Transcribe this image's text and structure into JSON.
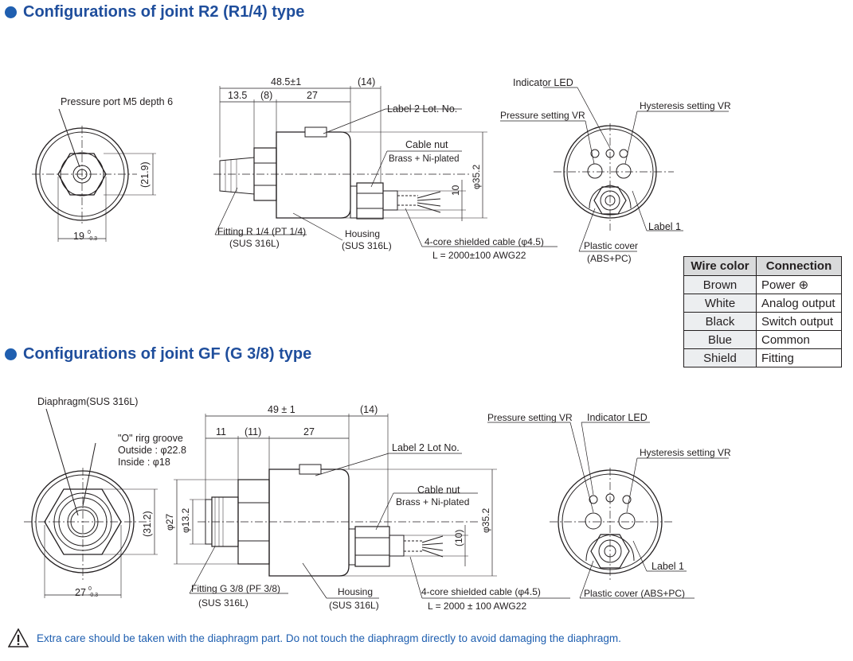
{
  "section1": {
    "title": "Configurations of joint R2 (R1/4) type",
    "labels": {
      "pressure_port": "Pressure port M5 depth 6",
      "dim_21_9": "(21.9)",
      "dim_19": "19",
      "dim_19_tol_top": "0",
      "dim_19_tol_bot": "-0.3",
      "dim_48_5": "48.5±1",
      "dim_14": "(14)",
      "dim_13_5": "13.5",
      "dim_8": "(8)",
      "dim_27": "27",
      "label2": "Label 2  Lot. No.",
      "cable_nut": "Cable nut",
      "brass": "Brass + Ni-plated",
      "dim_10": "10",
      "phi_35_2": "φ35.2",
      "fitting": "Fitting  R 1/4 (PT 1/4)",
      "fitting_mat": "(SUS 316L)",
      "housing": "Housing",
      "housing_mat": "(SUS 316L)",
      "cable": "4-core shielded cable (φ4.5)",
      "cable_len": "L = 2000±100  AWG22",
      "indicator_led": "Indicator LED",
      "pressure_vr": "Pressure setting VR",
      "hysteresis_vr": "Hysteresis setting VR",
      "label1": "Label 1",
      "plastic_cover": "Plastic cover",
      "plastic_mat": "(ABS+PC)"
    }
  },
  "wire_table": {
    "headers": [
      "Wire color",
      "Connection"
    ],
    "rows": [
      {
        "color": "Brown",
        "connection": "Power ⊕"
      },
      {
        "color": "White",
        "connection": "Analog output"
      },
      {
        "color": "Black",
        "connection": "Switch output"
      },
      {
        "color": "Blue",
        "connection": "Common"
      },
      {
        "color": "Shield",
        "connection": "Fitting"
      }
    ]
  },
  "section2": {
    "title": "Configurations of joint GF (G 3/8) type",
    "labels": {
      "diaphragm": "Diaphragm(SUS 316L)",
      "o_ring": "\"O\" rirg groove",
      "outside": "Outside : φ22.8",
      "inside": "Inside : φ18",
      "dim_31_2": "(31.2)",
      "dim_27w": "27",
      "dim_27w_tol_top": "0",
      "dim_27w_tol_bot": "-0.3",
      "phi_27": "φ27",
      "phi_13_2": "φ13.2",
      "dim_49": "49 ± 1",
      "dim_14": "(14)",
      "dim_11": "11",
      "dim_11p": "(11)",
      "dim_27": "27",
      "label2": "Label 2  Lot No.",
      "cable_nut": "Cable nut",
      "brass": "Brass + Ni-plated",
      "dim_10": "(10)",
      "phi_35_2": "φ35.2",
      "fitting": "Fitting  G 3/8 (PF 3/8)",
      "fitting_mat": "(SUS 316L)",
      "housing": "Housing",
      "housing_mat": "(SUS 316L)",
      "cable": "4-core shielded cable (φ4.5)",
      "cable_len": "L = 2000 ± 100  AWG22",
      "pressure_vr": "Pressure setting VR",
      "indicator_led": "Indicator LED",
      "hysteresis_vr": "Hysteresis setting VR",
      "label1": "Label 1",
      "plastic_cover": "Plastic cover (ABS+PC)"
    }
  },
  "note": {
    "icon": "warning-triangle-icon",
    "text": "Extra care should be taken with the diaphragm part. Do not touch the diaphragm directly to avoid damaging the diaphragm."
  }
}
